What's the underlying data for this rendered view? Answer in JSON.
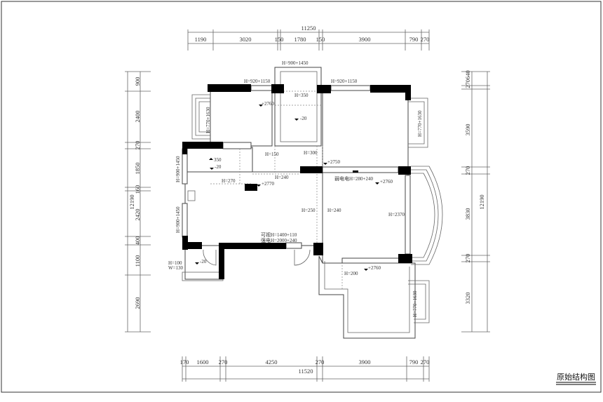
{
  "title": "原始结构图",
  "dimensions": {
    "top_total": "11250",
    "top": [
      "1190",
      "3020",
      "150",
      "1780",
      "150",
      "3900",
      "790",
      "270"
    ],
    "bottom_total": "11520",
    "bottom": [
      "170",
      "1600",
      "270",
      "4250",
      "270",
      "3900",
      "790",
      "270"
    ],
    "left_total": "12190",
    "left": [
      "900",
      "2400",
      "270",
      "1850",
      "160",
      "2420",
      "400",
      "1100",
      "2690"
    ],
    "right_total": "12190",
    "right": [
      "270640",
      "3590",
      "270",
      "3830",
      "270",
      "3320"
    ]
  },
  "labels": {
    "win_top_center": "H=900+1450",
    "win_top_left": "H=920+1150",
    "win_top_right": "H=920+1150",
    "bay_left": "H=770+1630",
    "bay_right_top": "H=770+1630",
    "bay_right_bottom": "H=770+1630",
    "win_left_1": "H=900+1450",
    "win_left_2": "H=900+1450",
    "h350": "H=350",
    "h150": "H=150",
    "h300": "H=300",
    "h240a": "H=240",
    "h270": "H=270",
    "h250": "H=250",
    "h240b": "H=240",
    "h2370": "H=2370",
    "h200": "H=200",
    "h100": "H=100",
    "w130": "W=130",
    "elec_box": "弱电电H=280+240",
    "intercom": "可视H=1400+110",
    "power": "强电H=2000+240",
    "lvl_2760a": "+2760",
    "lvl_m20a": "-20",
    "lvl_350": "350",
    "lvl_m20b": "-20",
    "lvl_2770": "+2770",
    "lvl_2750": "+2750",
    "lvl_2760b": "+2760",
    "lvl_m20c": "-20",
    "lvl_2760c": "+2760"
  }
}
